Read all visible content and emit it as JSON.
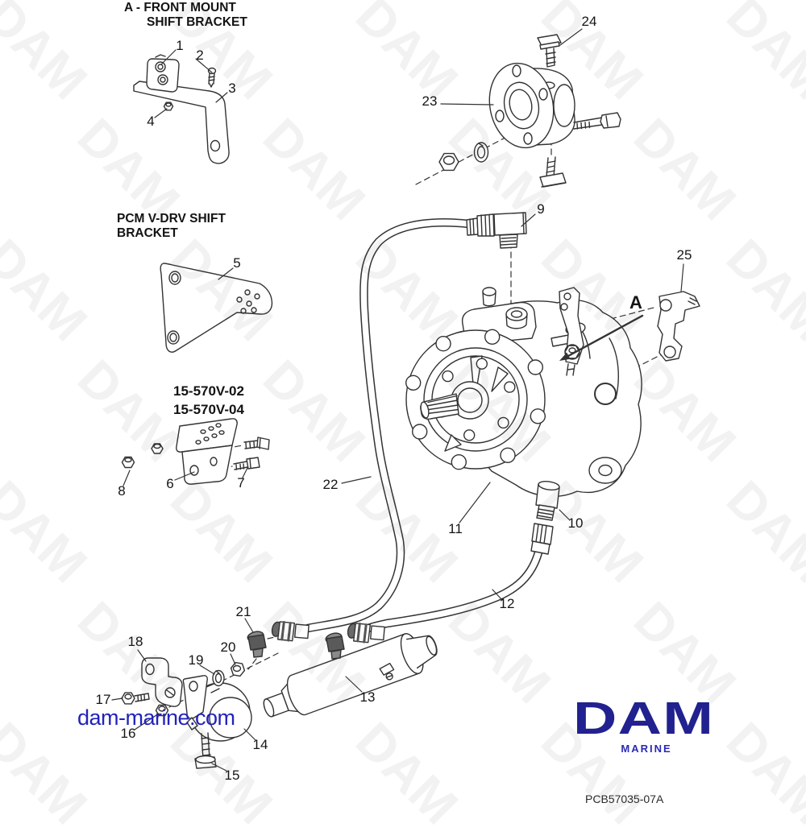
{
  "titles": {
    "front_mount_line1": "A - FRONT MOUNT",
    "front_mount_line2": "SHIFT BRACKET",
    "pcm_line1": "PCM V-DRV SHIFT",
    "pcm_line2": "BRACKET",
    "model_line1": "15-570V-02",
    "model_line2": "15-570V-04"
  },
  "callouts": {
    "c1": {
      "label": "1"
    },
    "c2": {
      "label": "2"
    },
    "c3": {
      "label": "3"
    },
    "c4": {
      "label": "4"
    },
    "c5": {
      "label": "5"
    },
    "c6": {
      "label": "6"
    },
    "c7": {
      "label": "7"
    },
    "c8": {
      "label": "8"
    },
    "c9": {
      "label": "9"
    },
    "c10": {
      "label": "10"
    },
    "c11": {
      "label": "11"
    },
    "c12": {
      "label": "12"
    },
    "c13": {
      "label": "13"
    },
    "c14": {
      "label": "14"
    },
    "c15": {
      "label": "15"
    },
    "c16": {
      "label": "16"
    },
    "c17": {
      "label": "17"
    },
    "c18": {
      "label": "18"
    },
    "c19": {
      "label": "19"
    },
    "c20": {
      "label": "20"
    },
    "c21": {
      "label": "21"
    },
    "c22": {
      "label": "22"
    },
    "c23": {
      "label": "23"
    },
    "c24": {
      "label": "24"
    },
    "c25": {
      "label": "25"
    },
    "cA": {
      "label": "A"
    }
  },
  "branding": {
    "website": "dam-marine.com",
    "website_color": "#2222bc",
    "logo_text": "DAM",
    "logo_subtext": "MARINE",
    "logo_color": "#21218f",
    "doc_code": "PCB57035-07A"
  },
  "watermark": {
    "text": "DAM",
    "color": "#f1f1f1"
  }
}
